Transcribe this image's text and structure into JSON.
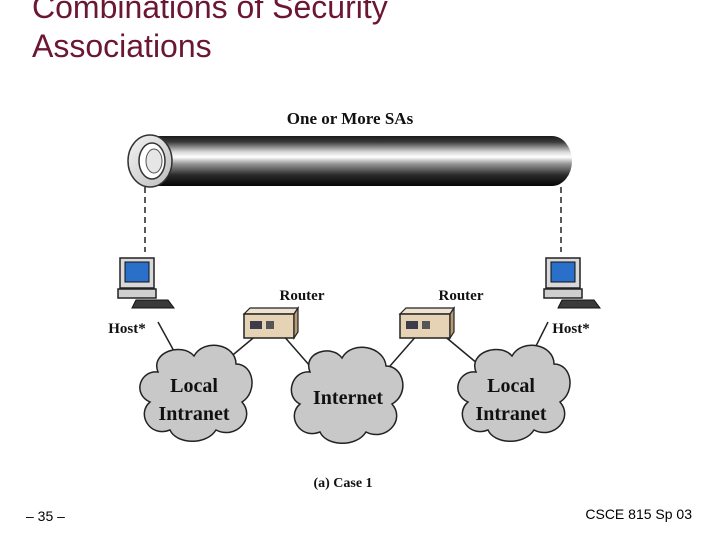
{
  "slide": {
    "title_line1": "Combinations of Security",
    "title_line2": "Associations",
    "page_number": "– 35 –",
    "course": "CSCE 815 Sp 03"
  },
  "diagram": {
    "tunnel_label": "One or More SAs",
    "left_host_label": "Host*",
    "right_host_label": "Host*",
    "left_router_label": "Router",
    "right_router_label": "Router",
    "left_cloud_line1": "Local",
    "left_cloud_line2": "Intranet",
    "center_cloud_label": "Internet",
    "right_cloud_line1": "Local",
    "right_cloud_line2": "Intranet",
    "caption": "(a) Case 1"
  },
  "colors": {
    "title": "#6b1634",
    "cloud": "#c8c8c8",
    "monitor_screen": "#2a6fc9"
  }
}
